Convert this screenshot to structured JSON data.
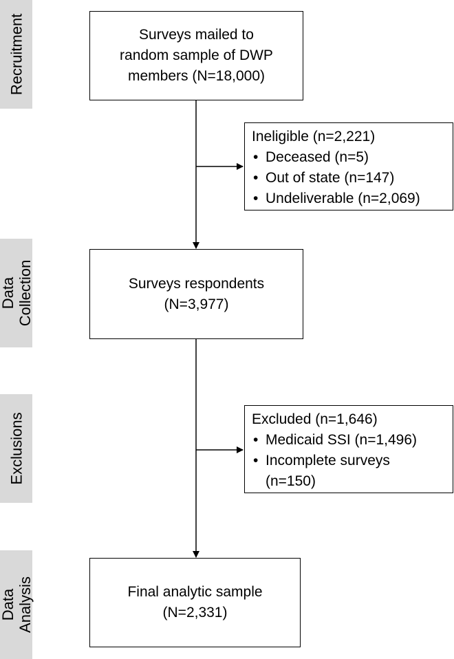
{
  "stages": {
    "recruitment": "Recruitment",
    "data_collection": [
      "Data",
      "Collection"
    ],
    "exclusions": "Exclusions",
    "data_analysis": [
      "Data",
      "Analysis"
    ]
  },
  "boxes": {
    "mailed": [
      "Surveys mailed to",
      "random sample of DWP",
      "members (N=18,000)"
    ],
    "ineligible": {
      "title": "Ineligible (n=2,221)",
      "items": [
        "Deceased (n=5)",
        "Out of state (n=147)",
        "Undeliverable (n=2,069)"
      ]
    },
    "respondents": [
      "Surveys respondents",
      "(N=3,977)"
    ],
    "excluded": {
      "title": "Excluded (n=1,646)",
      "items": [
        "Medicaid SSI (n=1,496)",
        "Incomplete surveys",
        "(n=150)"
      ]
    },
    "final": [
      "Final analytic sample",
      "(N=2,331)"
    ]
  }
}
